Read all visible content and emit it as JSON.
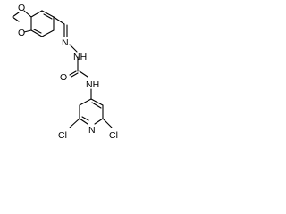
{
  "molecule": {
    "atoms": {
      "o_top": "O",
      "o_bottom": "O",
      "n_imine": "N",
      "nh_hydrazine": "NH",
      "o_carbonyl": "O",
      "nh_amide": "NH",
      "n_pyridine": "N",
      "cl_left": "Cl",
      "cl_right": "Cl"
    }
  }
}
